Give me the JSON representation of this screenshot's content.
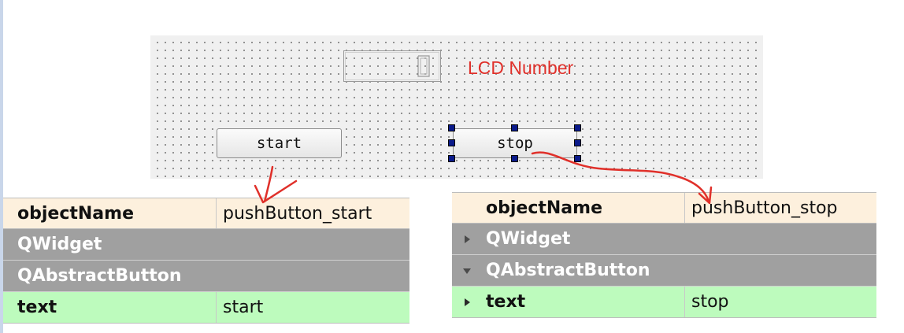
{
  "form": {
    "lcd_value": "0",
    "lcd_label": "LCD Number",
    "start_button": "start",
    "stop_button": "stop"
  },
  "left_panel": {
    "object_name_key": "objectName",
    "object_name_value": "pushButton_start",
    "group_qwidget": "QWidget",
    "group_qabstractbutton": "QAbstractButton",
    "text_key": "text",
    "text_value": "start"
  },
  "right_panel": {
    "object_name_key": "objectName",
    "object_name_value": "pushButton_stop",
    "group_qwidget": "QWidget",
    "group_qabstractbutton": "QAbstractButton",
    "text_key": "text",
    "text_value": "stop"
  },
  "colors": {
    "annotation": "#e0302a",
    "selection_handle": "#0a1a8a",
    "name_row": "#fdf0dd",
    "group_row": "#a0a0a0",
    "text_row": "#bdfbbd"
  },
  "icons": {
    "lcd_digit": "seven-segment-zero-icon",
    "collapsed": "triangle-right-icon",
    "expanded": "triangle-down-icon"
  }
}
